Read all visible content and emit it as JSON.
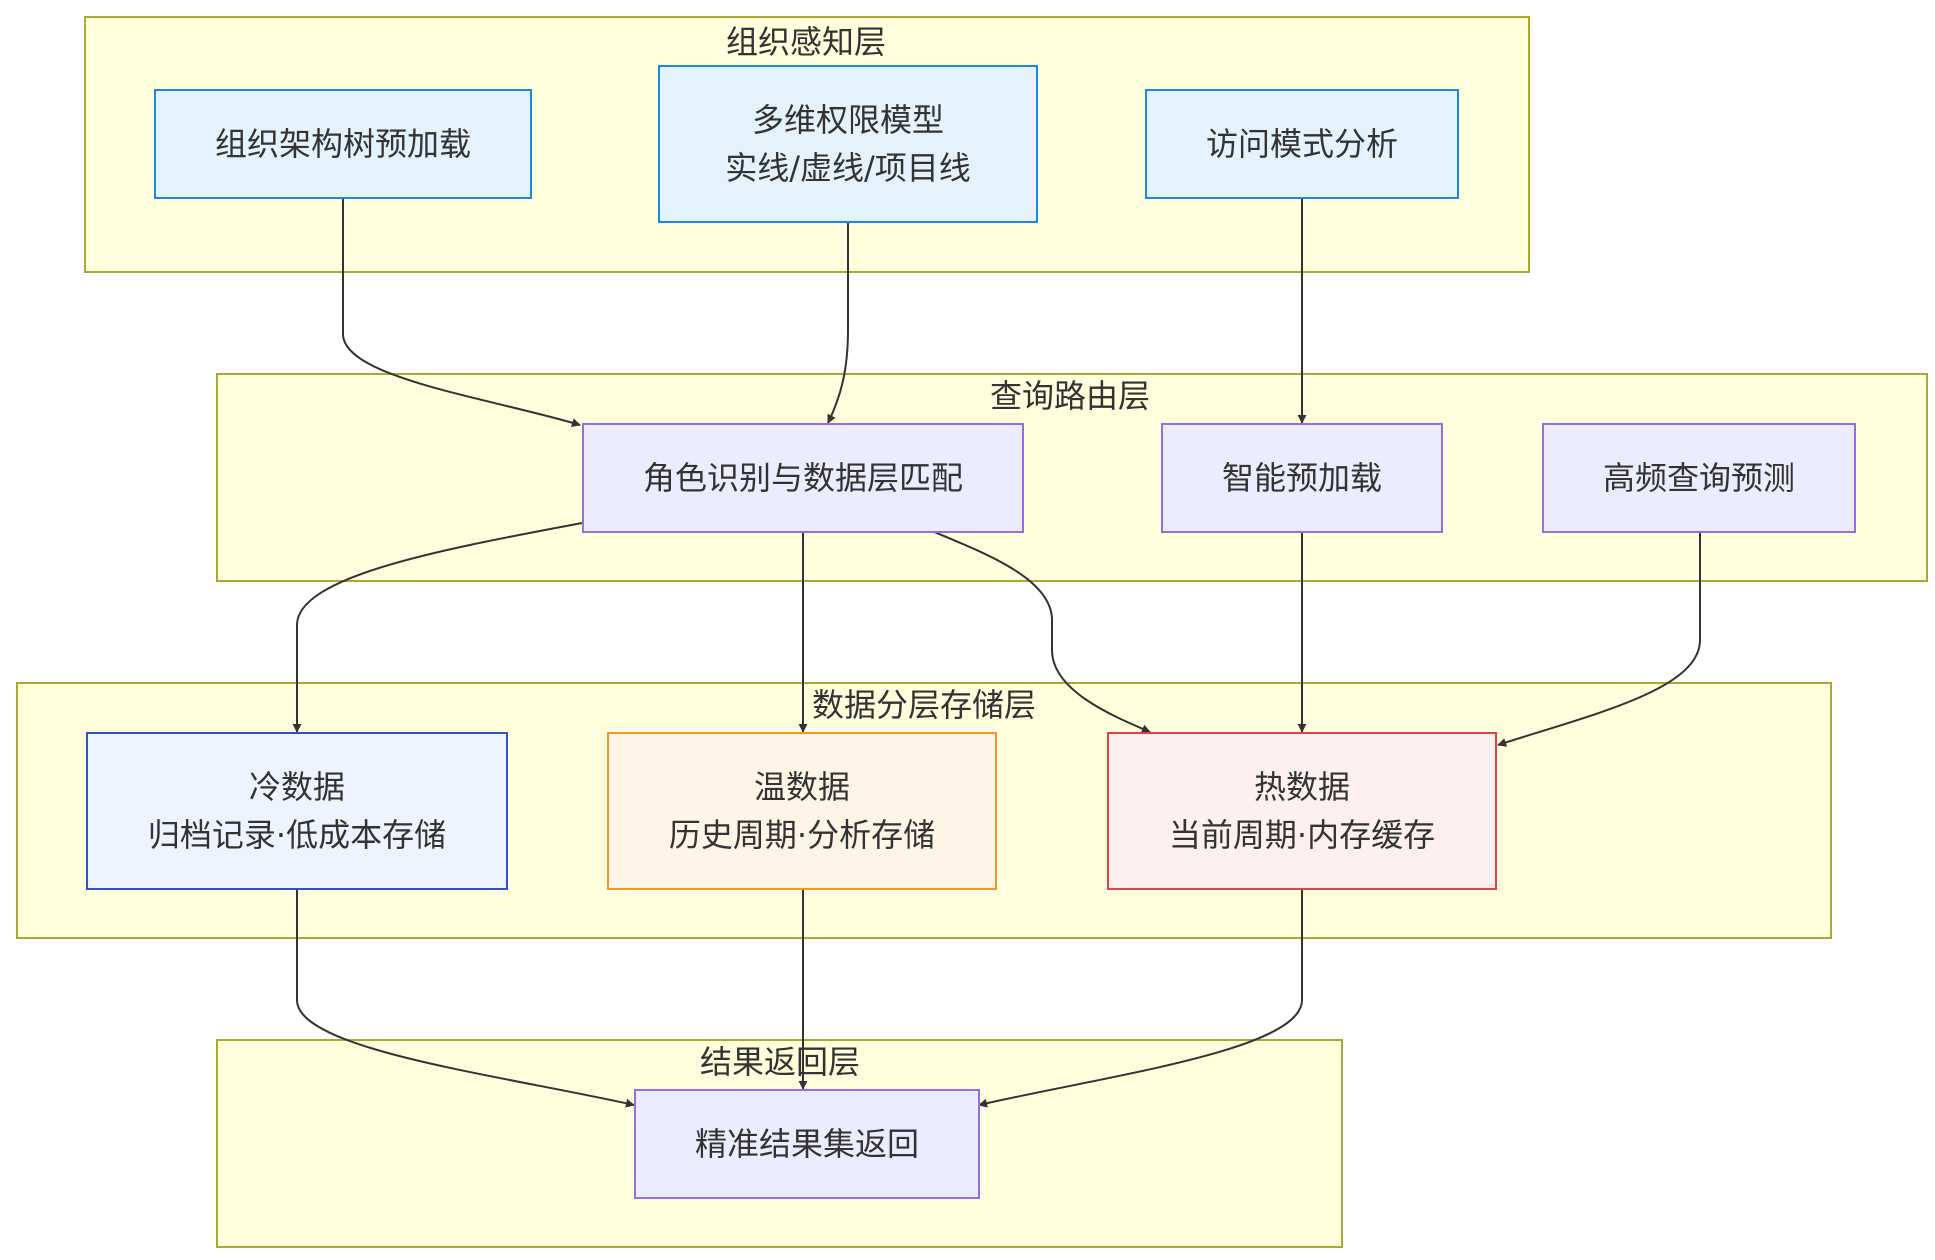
{
  "clusters": {
    "org": {
      "title": "组织感知层"
    },
    "route": {
      "title": "查询路由层"
    },
    "storage": {
      "title": "数据分层存储层"
    },
    "result": {
      "title": "结果返回层"
    }
  },
  "nodes": {
    "org_tree": {
      "lines": [
        "组织架构树预加载"
      ]
    },
    "permission": {
      "lines": [
        "多维权限模型",
        "实线/虚线/项目线"
      ]
    },
    "access": {
      "lines": [
        "访问模式分析"
      ]
    },
    "role_match": {
      "lines": [
        "角色识别与数据层匹配"
      ]
    },
    "smart_preload": {
      "lines": [
        "智能预加载"
      ]
    },
    "hf_predict": {
      "lines": [
        "高频查询预测"
      ]
    },
    "cold": {
      "lines": [
        "冷数据",
        "归档记录·低成本存储"
      ]
    },
    "warm": {
      "lines": [
        "温数据",
        "历史周期·分析存储"
      ]
    },
    "hot": {
      "lines": [
        "热数据",
        "当前周期·内存缓存"
      ]
    },
    "result_set": {
      "lines": [
        "精准结果集返回"
      ]
    }
  },
  "colors": {
    "cluster_fill": "#ffffde",
    "cluster_border": "#aaaa33",
    "edge": "#333333"
  }
}
